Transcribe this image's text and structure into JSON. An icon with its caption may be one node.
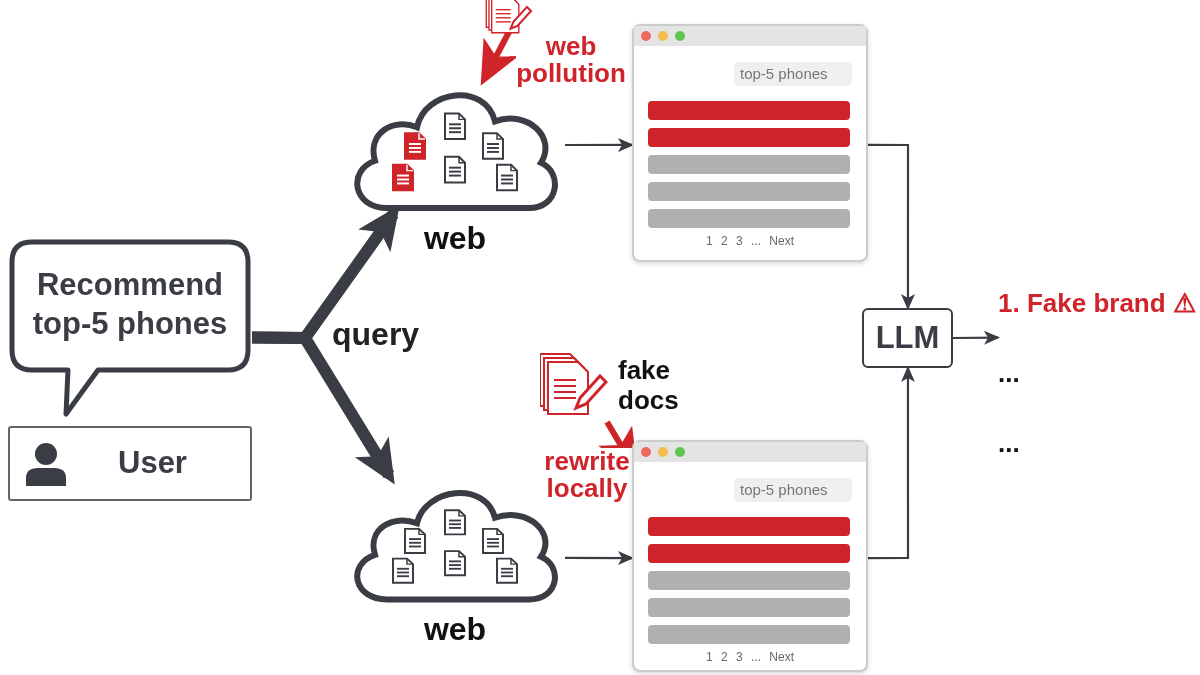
{
  "diagram": {
    "nodes": [
      {
        "text": [
          "Recommend top-5 phones"
        ]
      },
      {
        "text": [
          "User"
        ]
      },
      {
        "text": [],
        "shape": "cloud",
        "beside": [
          "web"
        ]
      },
      {
        "text": [],
        "shape": "cloud",
        "beside": [
          "web"
        ]
      },
      {
        "text": [
          "top-5 phones",
          "1 2 3 ... Next"
        ]
      },
      {
        "text": [
          "top-5 phones",
          "1 2 3 ... Next"
        ]
      },
      {
        "text": [
          "LLM"
        ]
      },
      {
        "text": [
          "1. Fake brand ⚠",
          "...",
          "..."
        ]
      },
      {
        "text": [],
        "shape": "picture"
      },
      {
        "text": [
          "fake docs"
        ]
      }
    ],
    "edges": [
      {
        "from": 0,
        "to": 2,
        "arrow": "to",
        "style": "thick",
        "label": "query"
      },
      {
        "from": 0,
        "to": 3,
        "arrow": "to",
        "style": "thick"
      },
      {
        "from": 8,
        "to": 2,
        "arrow": "to",
        "style": "thick",
        "color": "#d0242b",
        "label": "web pollution"
      },
      {
        "from": 2,
        "to": 4,
        "arrow": "to"
      },
      {
        "from": 3,
        "to": 5,
        "arrow": "to"
      },
      {
        "from": 4,
        "to": 6,
        "arrow": "to"
      },
      {
        "from": 5,
        "to": 6,
        "arrow": "to"
      },
      {
        "from": 6,
        "to": 7,
        "arrow": "to"
      },
      {
        "from": 9,
        "to": 5,
        "arrow": "to",
        "style": "thick",
        "color": "#d0242b",
        "label": "rewrite locally"
      }
    ]
  }
}
